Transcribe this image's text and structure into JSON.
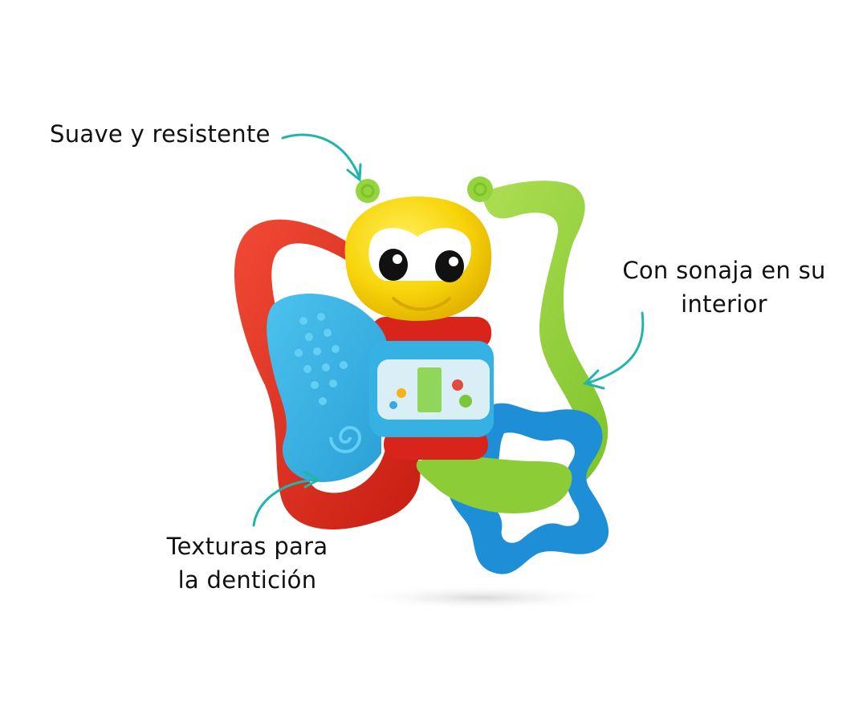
{
  "annotations": {
    "top": {
      "line1": "Suave y resistente"
    },
    "right": {
      "line1": "Con sonaja en su",
      "line2": "interior"
    },
    "bottom": {
      "line1": "Texturas para",
      "line2": "la dentición"
    }
  },
  "colors": {
    "arrow": "#1fb5ad",
    "head_yellow": "#f7d40a",
    "wing_red": "#e0261b",
    "wing_blue": "#35b2e3",
    "wing_green": "#95d43c",
    "ring_blue": "#1e8fd6",
    "text": "#111111",
    "background": "#ffffff"
  },
  "product": {
    "name": "butterfly-teether-rattle"
  }
}
